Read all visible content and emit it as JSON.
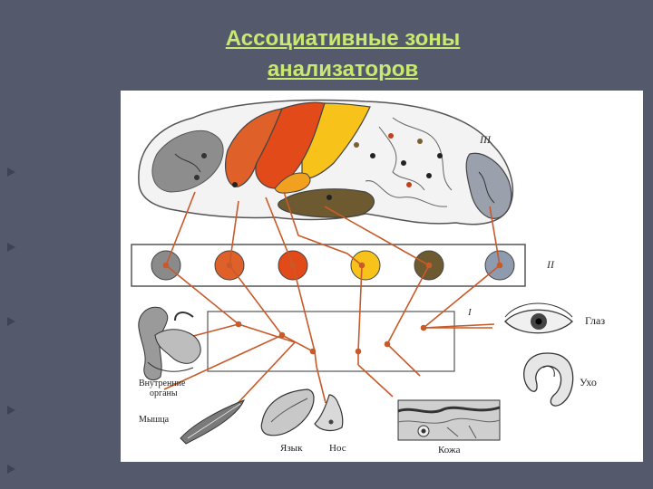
{
  "slide": {
    "title_line1": "Ассоциативные зоны",
    "title_line2": "анализаторов",
    "title_color": "#c9ea6e",
    "background_color": "#545a6c"
  },
  "figure": {
    "level_labels": {
      "cortex": "III",
      "middle": "II",
      "receptors": "I"
    },
    "organ_labels": {
      "eye": "Глаз",
      "ear": "Ухо",
      "internal_organs_line1": "Внутренние",
      "internal_organs_line2": "органы",
      "muscle": "Мышца",
      "tongue": "Язык",
      "nose": "Нос",
      "skin": "Кожа"
    },
    "zone_colors": [
      "#8a8a8a",
      "#e0602a",
      "#e24a1a",
      "#f7c31a",
      "#6e5a30",
      "#8e9aae"
    ],
    "pathway_color": "#c85a2a"
  }
}
